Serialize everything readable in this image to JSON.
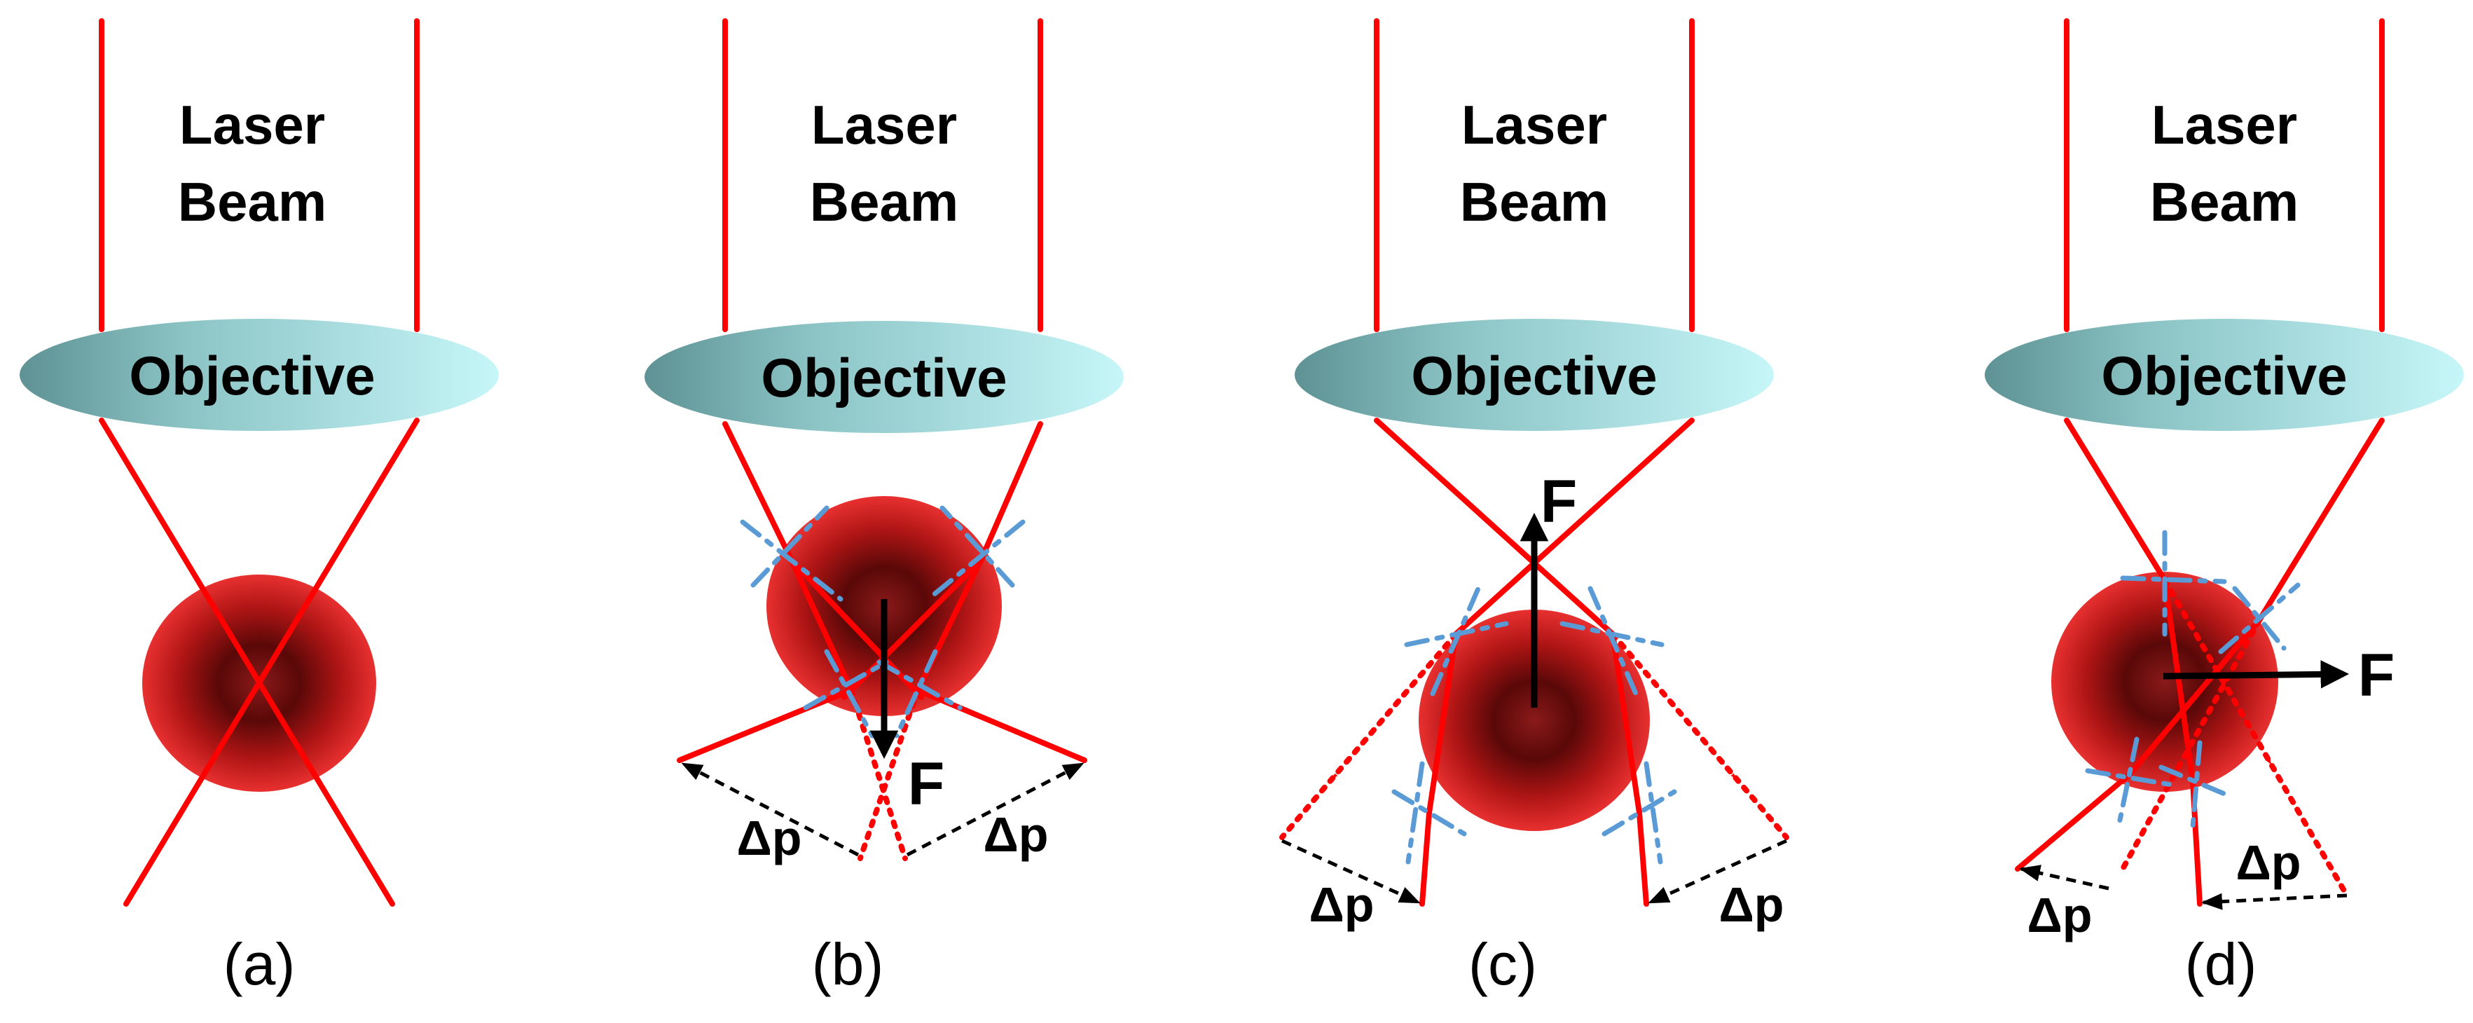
{
  "labels": {
    "laser_line1": "Laser",
    "laser_line2": "Beam",
    "objective": "Objective",
    "force": "F",
    "momentum": "Δp"
  },
  "panels": [
    {
      "id": "a",
      "caption": "(a)"
    },
    {
      "id": "b",
      "caption": "(b)"
    },
    {
      "id": "c",
      "caption": "(c)"
    },
    {
      "id": "d",
      "caption": "(d)"
    }
  ],
  "colors": {
    "beam": "#ff0000",
    "surface_normal": "#5b9bd5",
    "force_arrow": "#000000",
    "objective_light": "#c6f6f8",
    "objective_dark": "#5e9294",
    "cell_center": "#6e0a0a",
    "cell_edge": "#e02020"
  }
}
